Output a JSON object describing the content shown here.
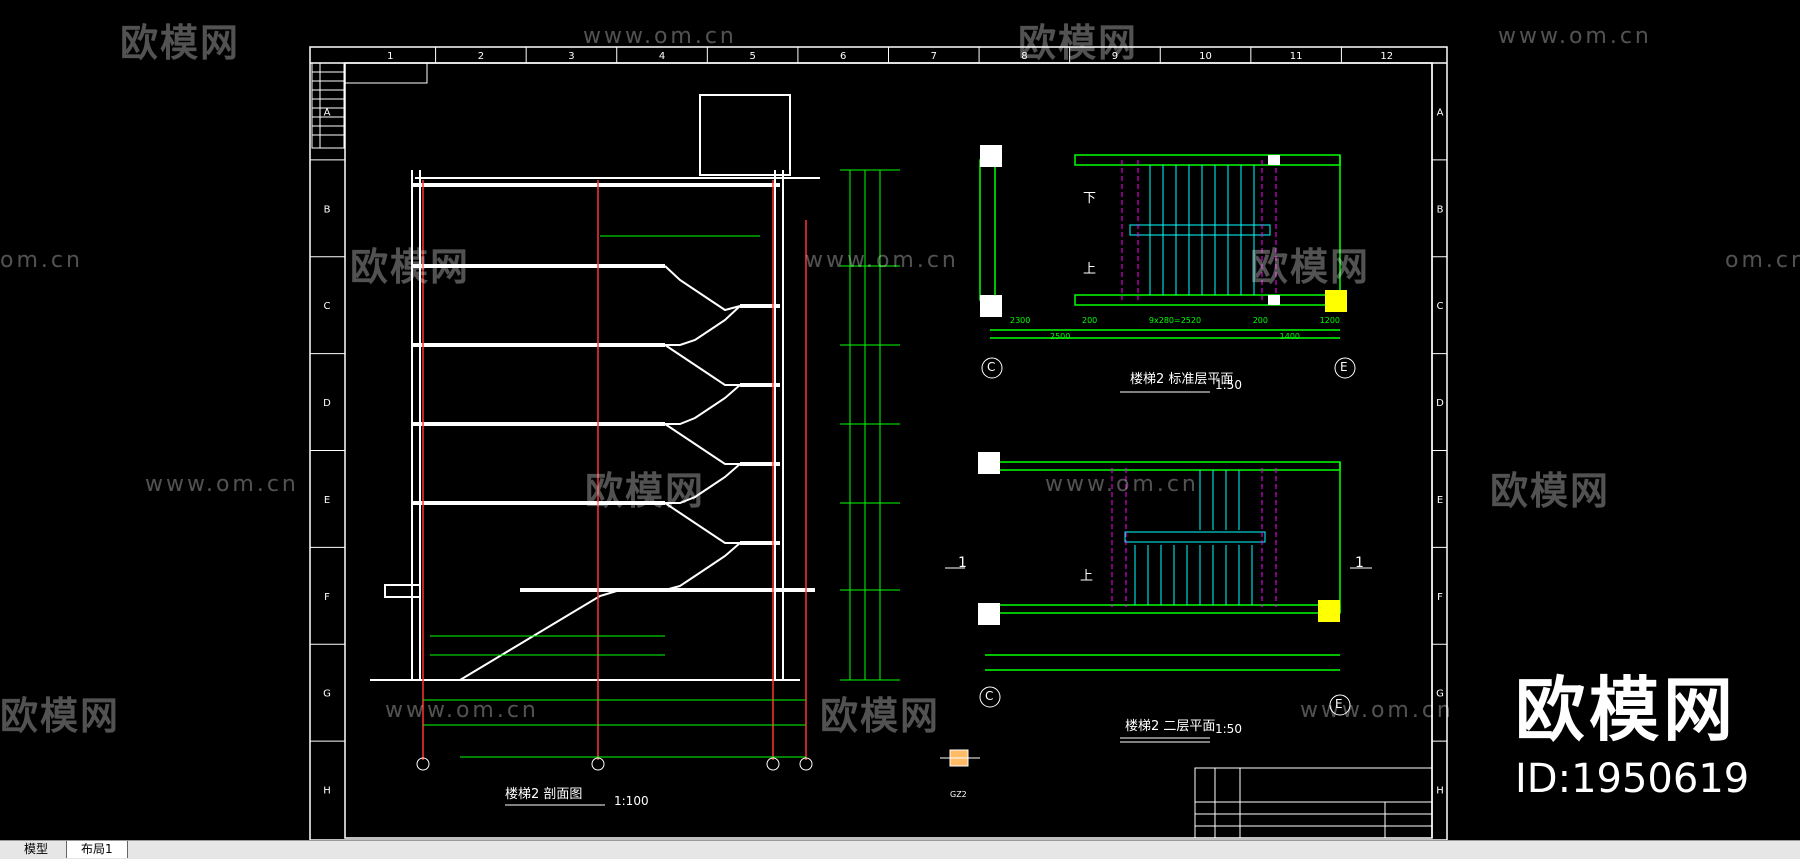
{
  "tabs": [
    {
      "label": "模型",
      "active": false
    },
    {
      "label": "布局1",
      "active": true
    }
  ],
  "brand": {
    "name": "欧模网",
    "id": "ID:1950619"
  },
  "watermarks": {
    "logo": "欧模网",
    "url": "www.om.cn",
    "url_fragment": "om.cn"
  },
  "frame": {
    "columns": [
      "1",
      "2",
      "3",
      "4",
      "5",
      "6",
      "7",
      "8",
      "9",
      "10",
      "11",
      "12"
    ],
    "rows": [
      "A",
      "B",
      "C",
      "D",
      "E",
      "F",
      "G",
      "H"
    ]
  },
  "drawings": {
    "section_title": "楼梯2 剖面图",
    "section_scale": "1:100",
    "plan_std_title": "楼梯2 标准层平面",
    "plan_std_scale": "1:50",
    "plan_first_title": "楼梯2 二层平面",
    "plan_first_scale": "1:50"
  },
  "labels": {
    "up": "上",
    "down": "下",
    "axis_c": "C",
    "axis_e": "E",
    "cut_mark": "1",
    "gz": "GZ2",
    "dims": [
      "2300",
      "200",
      "9x280=2520",
      "200",
      "1200",
      "2500",
      "1400"
    ]
  },
  "colors": {
    "background": "#000000",
    "frame": "#ffffff",
    "dimension": "#00ff00",
    "stair_lines": "#00ffff",
    "axis_lines": "#ff00ff",
    "column_fill": "#ffff00",
    "brand_text": "#ffffff"
  }
}
